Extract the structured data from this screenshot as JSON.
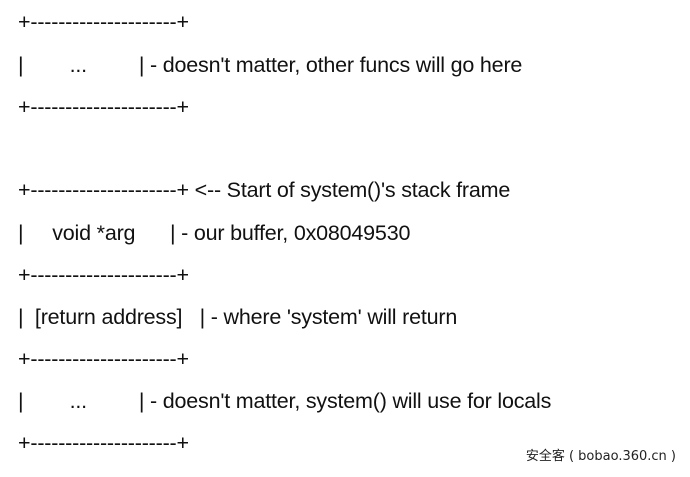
{
  "diagram": {
    "lines": [
      "+---------------------+",
      "|        ...         | - doesn't matter, other funcs will go here",
      "+---------------------+",
      "+---------------------+ <-- Start of system()'s stack frame",
      "|     void *arg      | - our buffer, 0x08049530",
      "+---------------------+",
      "|  [return address]   | - where 'system' will return",
      "+---------------------+",
      "|        ...         | - doesn't matter, system() will use for locals",
      "+---------------------+"
    ]
  },
  "watermark": "安全客 ( bobao.360.cn )"
}
